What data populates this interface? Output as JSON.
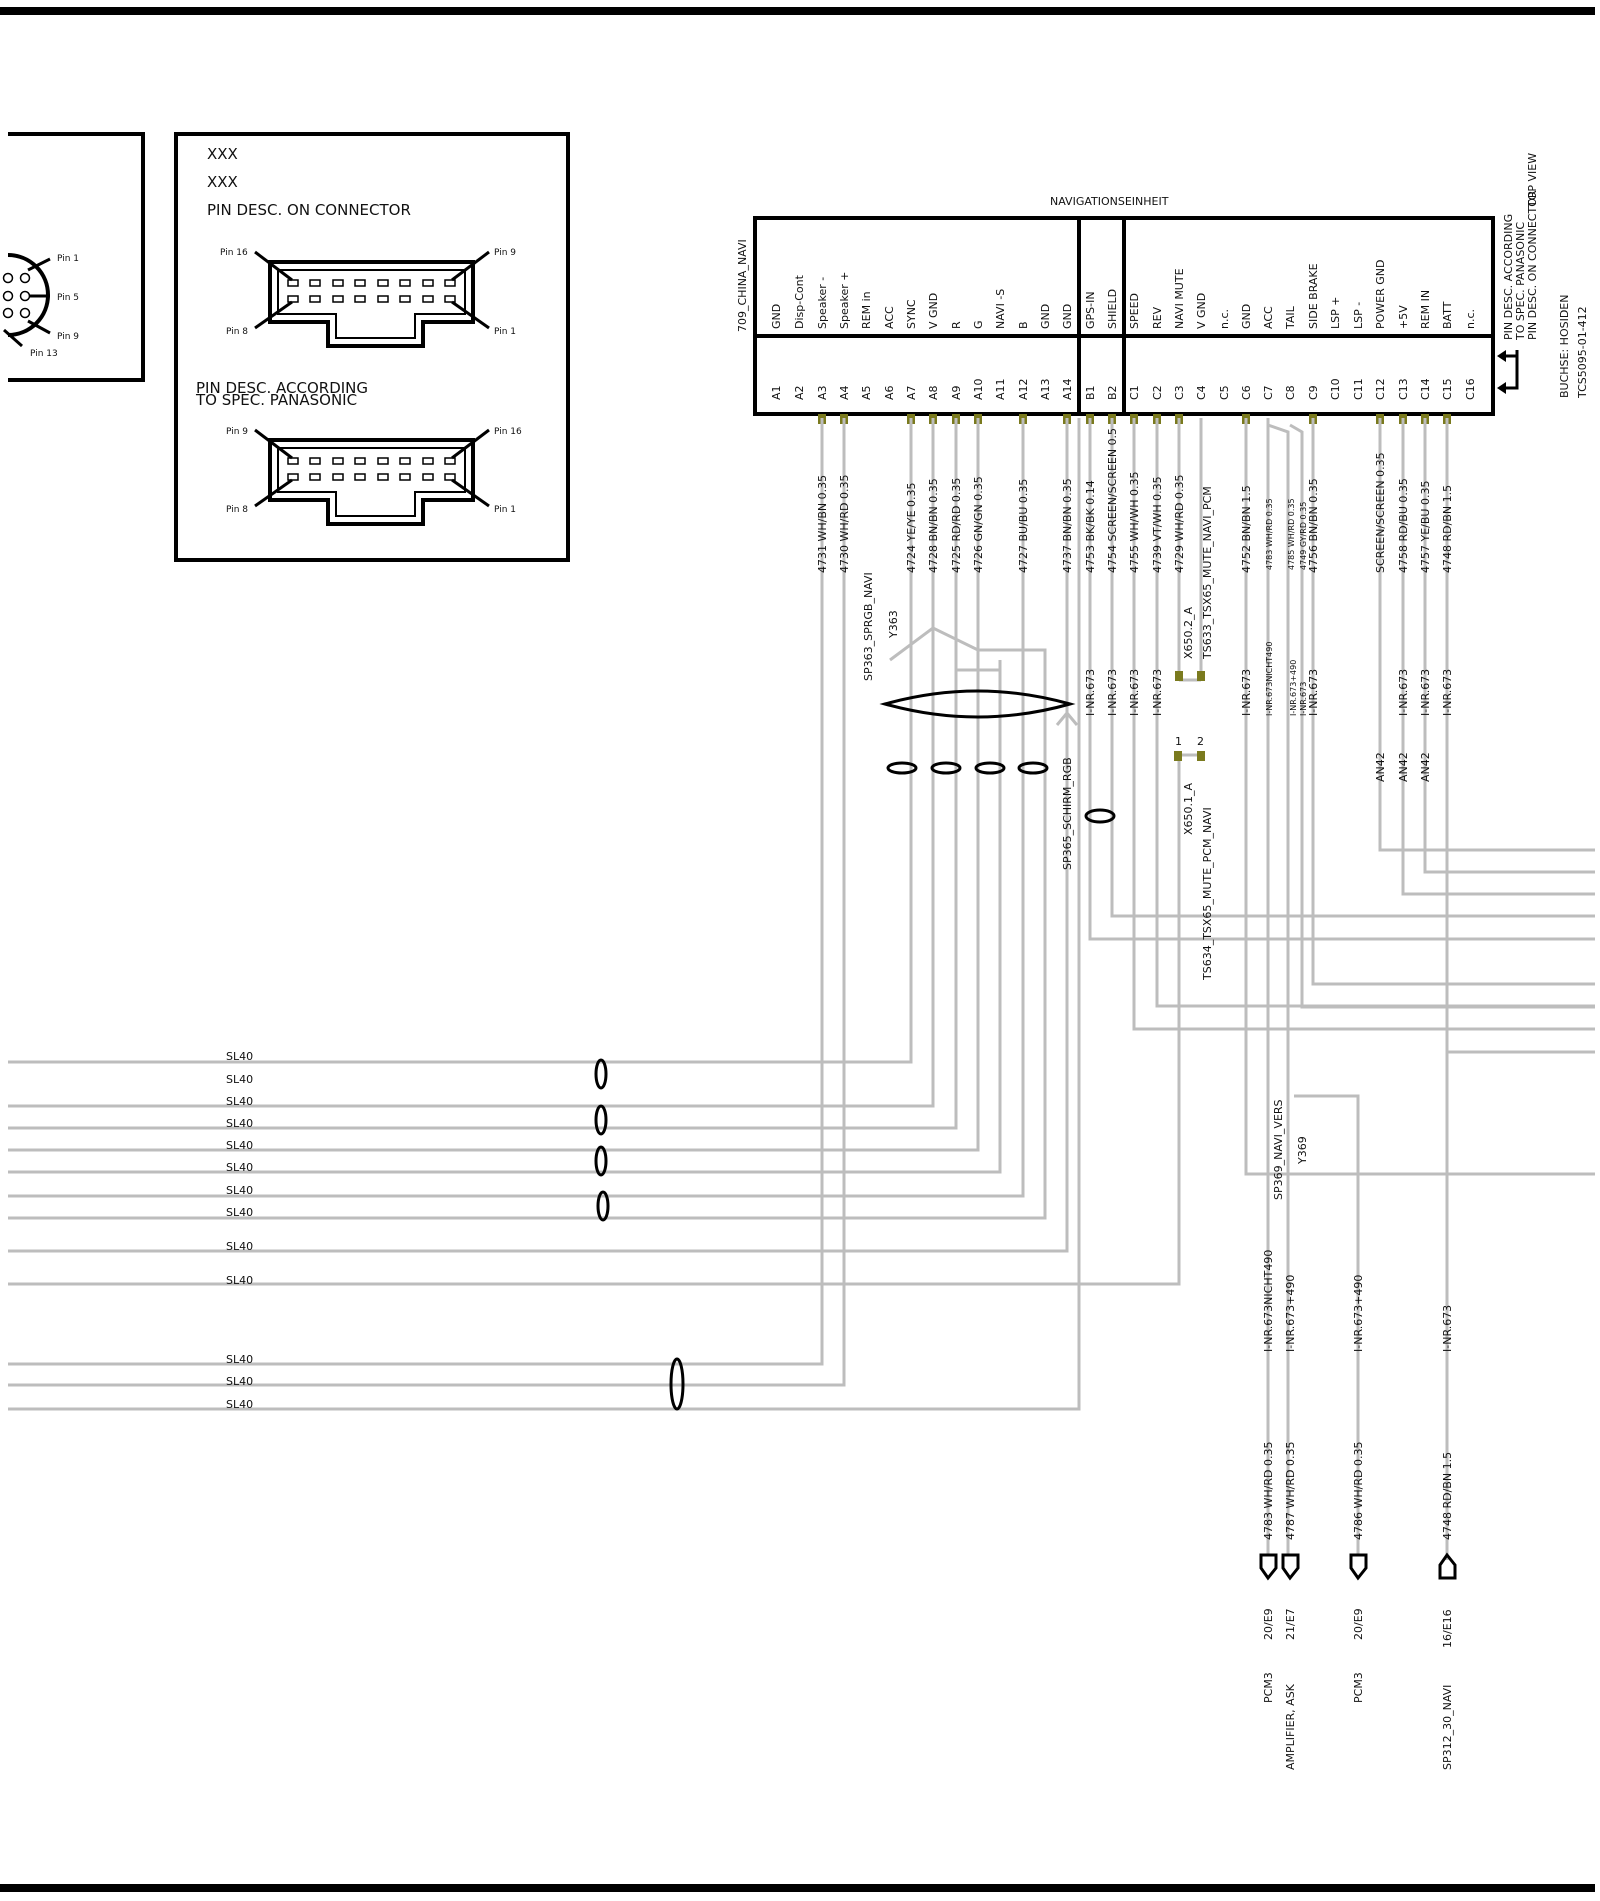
{
  "connector_view": {
    "line1": "XXX",
    "line2": "XXX",
    "title_top": "PIN DESC. ON CONNECTOR",
    "title_bottom_1": "PIN DESC. ACCORDING",
    "title_bottom_2": "TO SPEC. PANASONIC",
    "top_pins": {
      "tl": "Pin 16",
      "tr": "Pin 9",
      "bl": "Pin 8",
      "br": "Pin 1"
    },
    "bottom_pins": {
      "tl": "Pin 9",
      "tr": "Pin 16",
      "bl": "Pin 8",
      "br": "Pin 1"
    }
  },
  "round_connector": {
    "pins": [
      "Pin 1",
      "Pin 5",
      "Pin 9",
      "Pin 13"
    ]
  },
  "unit": {
    "id": "709_CHINA_NAVI",
    "title": "NAVIGATIONSEINHEIT",
    "pins": [
      {
        "pin": "A1",
        "desc": "GND"
      },
      {
        "pin": "A2",
        "desc": "Disp-Cont"
      },
      {
        "pin": "A3",
        "desc": "Speaker -"
      },
      {
        "pin": "A4",
        "desc": "Speaker +"
      },
      {
        "pin": "A5",
        "desc": "REM in"
      },
      {
        "pin": "A6",
        "desc": "ACC"
      },
      {
        "pin": "A7",
        "desc": "SYNC"
      },
      {
        "pin": "A8",
        "desc": "V GND"
      },
      {
        "pin": "A9",
        "desc": "R"
      },
      {
        "pin": "A10",
        "desc": "G"
      },
      {
        "pin": "A11",
        "desc": "NAVI -S"
      },
      {
        "pin": "A12",
        "desc": "B"
      },
      {
        "pin": "A13",
        "desc": "GND"
      },
      {
        "pin": "A14",
        "desc": "GND"
      },
      {
        "pin": "B1",
        "desc": "GPS-IN"
      },
      {
        "pin": "B2",
        "desc": "SHIELD"
      },
      {
        "pin": "C1",
        "desc": "SPEED"
      },
      {
        "pin": "C2",
        "desc": "REV"
      },
      {
        "pin": "C3",
        "desc": "NAVI MUTE"
      },
      {
        "pin": "C4",
        "desc": "V GND"
      },
      {
        "pin": "C5",
        "desc": "n.c."
      },
      {
        "pin": "C6",
        "desc": "GND"
      },
      {
        "pin": "C7",
        "desc": "ACC"
      },
      {
        "pin": "C8",
        "desc": "TAIL"
      },
      {
        "pin": "C9",
        "desc": "SIDE BRAKE"
      },
      {
        "pin": "C10",
        "desc": "LSP +"
      },
      {
        "pin": "C11",
        "desc": "LSP -"
      },
      {
        "pin": "C12",
        "desc": "POWER GND"
      },
      {
        "pin": "C13",
        "desc": "+5V"
      },
      {
        "pin": "C14",
        "desc": "REM IN"
      },
      {
        "pin": "C15",
        "desc": "BATT"
      },
      {
        "pin": "C16",
        "desc": "n.c."
      }
    ],
    "side_notes": [
      "PIN DESC. ACCORDING",
      "TO SPEC. PANASONIC",
      "PIN DESC. ON CONNECTOR",
      "TOP VIEW"
    ],
    "socket_1": "BUCHSE: HOSIDEN",
    "socket_2": "TCS5095-01-412"
  },
  "wire_labels": [
    {
      "pin": "A3",
      "text": "4731 WH/BN 0.35"
    },
    {
      "pin": "A4",
      "text": "4730 WH/RD 0.35"
    },
    {
      "pin": "A7",
      "text": "4724 YE/YE 0.35"
    },
    {
      "pin": "A8",
      "text": "4728 BN/BN 0.35"
    },
    {
      "pin": "A9",
      "text": "4725 RD/RD 0.35"
    },
    {
      "pin": "A10",
      "text": "4726 GN/GN 0.35"
    },
    {
      "pin": "A12",
      "text": "4727 BU/BU 0.35"
    },
    {
      "pin": "A14",
      "text": "4737 BN/BN 0.35"
    },
    {
      "pin": "B1",
      "text": "4753 BK/BK 0.14"
    },
    {
      "pin": "B2",
      "text": "4754 SCREEN/SCREEN 0.5"
    },
    {
      "pin": "C1",
      "text": "4755 WH/WH 0.35"
    },
    {
      "pin": "C2",
      "text": "4739 VT/WH 0.35"
    },
    {
      "pin": "C3",
      "text": "4729 WH/RD 0.35"
    },
    {
      "pin": "C6",
      "text": "4752 BN/BN 1.5"
    },
    {
      "pin": "C7",
      "text": "4783 WH/RD 0.35"
    },
    {
      "pin": "C8a",
      "text": "4785 WH/RD 0.35"
    },
    {
      "pin": "C8b",
      "text": "4749 GY/RD 0.35"
    },
    {
      "pin": "C9",
      "text": "4756 BN/BN 0.35"
    },
    {
      "pin": "C12",
      "text": "SCREEN/SCREEN 0.35"
    },
    {
      "pin": "C13",
      "text": "4758 RD/BU 0.35"
    },
    {
      "pin": "C14",
      "text": "4757 YE/BU 0.35"
    },
    {
      "pin": "C15",
      "text": "4748 RD/BN 1.5"
    }
  ],
  "variant_labels": [
    {
      "pin": "B1",
      "text": "I-NR.673"
    },
    {
      "pin": "B2",
      "text": "I-NR.673"
    },
    {
      "pin": "C1",
      "text": "I-NR.673"
    },
    {
      "pin": "C2",
      "text": "I-NR.673"
    },
    {
      "pin": "C6",
      "text": "I-NR.673"
    },
    {
      "pin": "C7",
      "text": "I-NR.673NICHT490"
    },
    {
      "pin": "C8a",
      "text": "I-NR.673+490"
    },
    {
      "pin": "C8b",
      "text": "I-NR.673"
    },
    {
      "pin": "C9",
      "text": "I-NR.673"
    },
    {
      "pin": "C13",
      "text": "I-NR.673"
    },
    {
      "pin": "C14",
      "text": "I-NR.673"
    },
    {
      "pin": "C15",
      "text": "I-NR.673"
    }
  ],
  "an_labels": [
    "AN42",
    "AN42",
    "AN42"
  ],
  "splices": {
    "sp363": "SP363_SPRGB_NAVI",
    "y363": "Y363",
    "sp365": "SP365_SCHIRM_RGB",
    "sp369": "SP369_NAVI_VERS",
    "y369": "Y369"
  },
  "parts": {
    "x650_2": "X650.2_A",
    "ts633": "TS633_TSX65_MUTE_NAVI_PCM",
    "x650_1": "X650.1_A",
    "ts634": "TS634_TSX65_MUTE_PCM_NAVI",
    "pin1": "1",
    "pin2": "2"
  },
  "sl_labels": [
    "SL40",
    "SL40",
    "SL40",
    "SL40",
    "SL40",
    "SL40",
    "SL40",
    "SL40",
    "SL40",
    "SL40",
    "SL40",
    "SL40",
    "SL40"
  ],
  "bottom_wires": [
    {
      "variant": "I-NR.673NICHT490",
      "wire": "4783 WH/RD 0.35",
      "ref": "20/E9",
      "dest": "PCM3"
    },
    {
      "variant": "I-NR.673+490",
      "wire": "4787 WH/RD 0.35",
      "ref": "21/E7",
      "dest": "AMPLIFIER, ASK"
    },
    {
      "variant": "I-NR.673+490",
      "wire": "4786 WH/RD 0.35",
      "ref": "20/E9",
      "dest": "PCM3"
    },
    {
      "variant": "I-NR.673",
      "wire": "4748 RD/BN 1.5",
      "ref": "16/E16",
      "dest": "SP312_30_NAVI"
    }
  ],
  "colors": {
    "wire": "#bdbdbd",
    "pin_marker": "#7a7a1e",
    "line": "#000000"
  }
}
